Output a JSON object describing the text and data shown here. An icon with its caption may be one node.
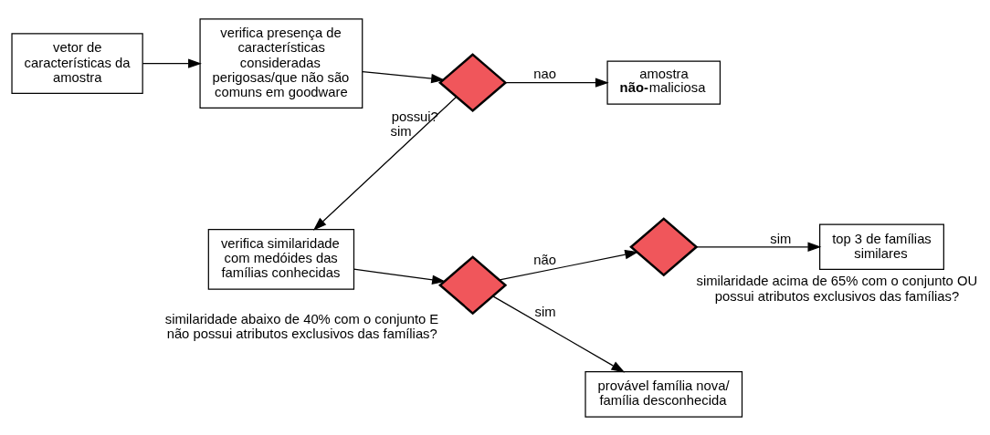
{
  "diagram": {
    "nodes": [
      {
        "text": [
          "vetor de características da amostra"
        ]
      },
      {
        "text": [
          "verifica presença de características consideradas perigosas/que não são comuns em goodware"
        ]
      },
      {
        "text": [
          "possui?"
        ]
      },
      {
        "text": [
          "amostra **não-**maliciosa"
        ]
      },
      {
        "text": [
          "verifica similaridade com medóides das famílias conhecidas"
        ]
      },
      {
        "text": [
          "similaridade abaixo de 40% com o conjunto E não possui atributos exclusivos das famílias?"
        ]
      },
      {
        "text": [
          "similaridade acima de 65% com o conjunto OU possui atributos exclusivos das famílias?"
        ]
      },
      {
        "text": [
          "top 3 de famílias similares"
        ]
      },
      {
        "text": [
          "provável família nova/ família desconhecida"
        ]
      }
    ],
    "edges": [
      {
        "from": 0,
        "to": 1,
        "arrow": "to"
      },
      {
        "from": 1,
        "to": 2,
        "arrow": "to"
      },
      {
        "from": 2,
        "to": 3,
        "arrow": "to",
        "label": "nao"
      },
      {
        "from": 2,
        "to": 4,
        "arrow": "to",
        "label": "sim"
      },
      {
        "from": 4,
        "to": 5,
        "arrow": "to"
      },
      {
        "from": 5,
        "to": 6,
        "arrow": "to",
        "label": "não"
      },
      {
        "from": 6,
        "to": 7,
        "arrow": "to",
        "label": "sim"
      },
      {
        "from": 5,
        "to": 8,
        "arrow": "to",
        "label": "sim"
      }
    ]
  }
}
